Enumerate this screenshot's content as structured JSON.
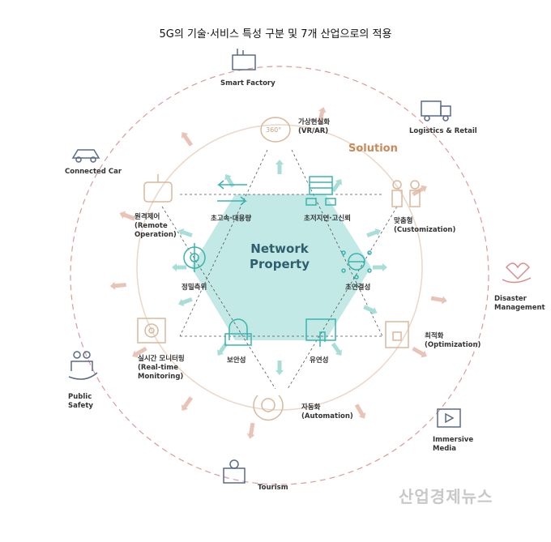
{
  "title": "5G의 기술·서비스 특성 구분 및 7개 산업으로의 적용",
  "center": {
    "line1": "Network",
    "line2": "Property"
  },
  "solution_label": "Solution",
  "industries": {
    "smart_factory": "Smart Factory",
    "logistics": "Logistics & Retail",
    "connected_car": "Connected Car",
    "disaster_l1": "Disaster",
    "disaster_l2": "Management",
    "public_l1": "Public",
    "public_l2": "Safety",
    "immersive_l1": "Immersive",
    "immersive_l2": "Media",
    "tourism": "Tourism"
  },
  "solutions": {
    "vr_ko": "가상현실화",
    "vr_en": "(VR/AR)",
    "remote_ko": "원격제어",
    "remote_en1": "(Remote",
    "remote_en2": "Operation)",
    "custom_ko": "맞춤형",
    "custom_en": "(Customization)",
    "monitor_ko": "실시간 모니터링",
    "monitor_en1": "(Real-time",
    "monitor_en2": "Monitoring)",
    "optim_ko": "최적화",
    "optim_en": "(Optimization)",
    "auto_ko": "자동화",
    "auto_en": "(Automation)"
  },
  "properties": {
    "speed": "초고속·대용량",
    "latency": "초저지연·고신뢰",
    "positioning": "정밀측위",
    "connectivity": "초연결성",
    "security": "보안성",
    "flexibility": "유연성"
  },
  "watermark": "산업경제뉴스",
  "colors": {
    "teal": "#3bb3ad",
    "hex_fill": "#bfe8e6",
    "beige": "#d9b89c",
    "outer": "#d98a8a",
    "navy": "#4a5a78"
  }
}
